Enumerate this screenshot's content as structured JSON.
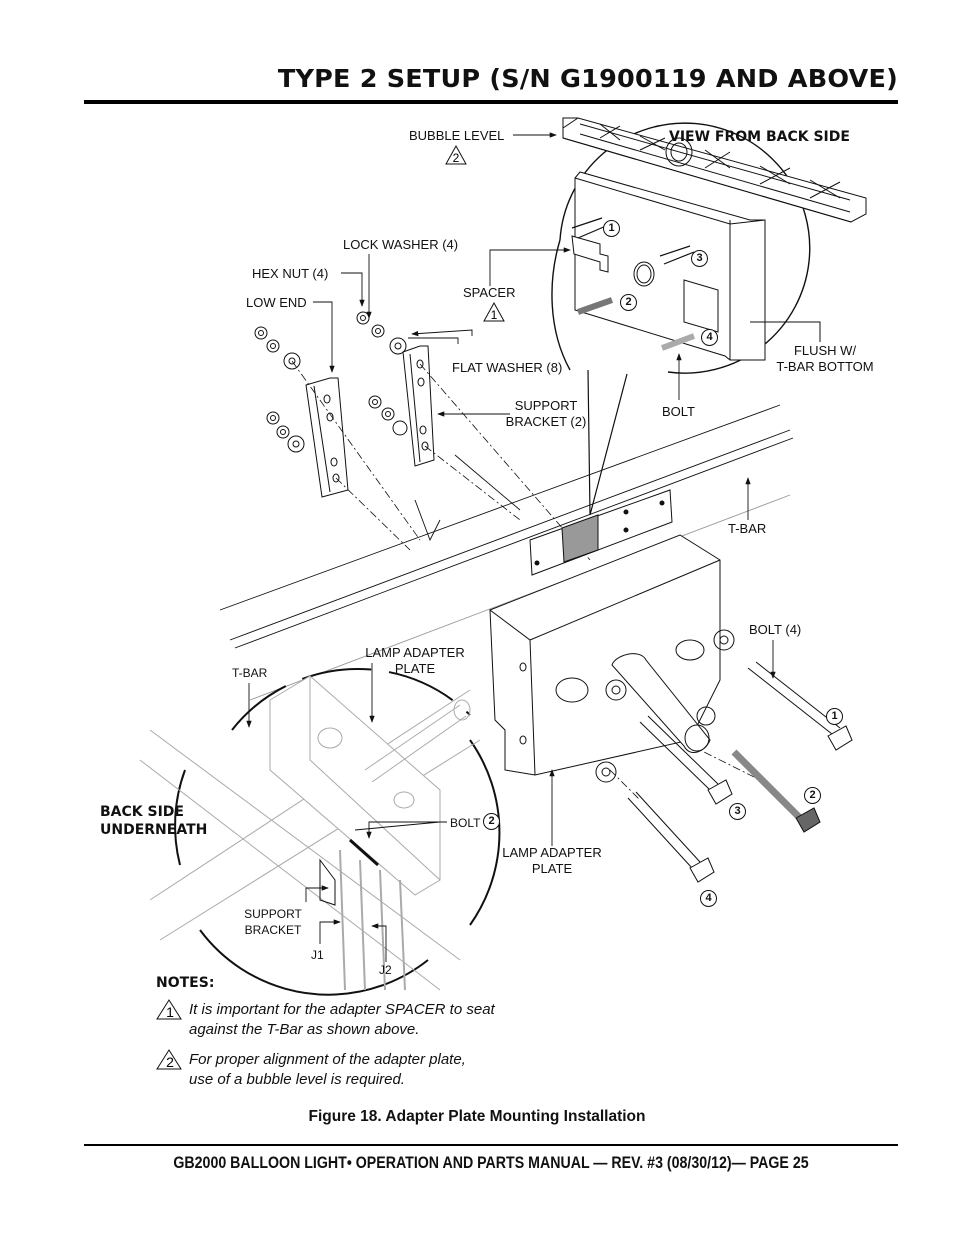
{
  "page": {
    "title": "TYPE 2 SETUP (S/N G1900119 AND ABOVE)",
    "footer": "GB2000 BALLOON LIGHT• OPERATION AND PARTS MANUAL — REV. #3 (08/30/12)— PAGE 25"
  },
  "figure": {
    "caption": "Figure 18. Adapter Plate Mounting Installation",
    "view_labels": {
      "back_view": "VIEW FROM BACK SIDE",
      "underneath_view_line1": "BACK SIDE",
      "underneath_view_line2": "UNDERNEATH"
    },
    "callouts": {
      "bubble_level": "BUBBLE LEVEL",
      "lock_washer": "LOCK WASHER (4)",
      "hex_nut": "HEX NUT (4)",
      "low_end": "LOW END",
      "spacer": "SPACER",
      "flat_washer": "FLAT WASHER (8)",
      "support_bracket_line1": "SUPPORT",
      "support_bracket_line2": "BRACKET (2)",
      "bolt": "BOLT",
      "flush_line1": "FLUSH W/",
      "flush_line2": "T-BAR BOTTOM",
      "t_bar_main": "T-BAR",
      "bolt_4": "BOLT (4)",
      "lamp_adapter_top_line1": "LAMP ADAPTER",
      "lamp_adapter_top_line2": "PLATE",
      "lamp_adapter_bottom_line1": "LAMP ADAPTER",
      "lamp_adapter_bottom_line2": "PLATE",
      "t_bar_detail": "T-BAR",
      "bolt_detail": "BOLT",
      "support_bracket_detail_line1": "SUPPORT",
      "support_bracket_detail_line2": "BRACKET",
      "j1": "J1",
      "j2": "J2"
    },
    "note_markers": {
      "spacer": "1",
      "bubble_level": "2"
    },
    "bolt_numbers": {
      "back_view": [
        "1",
        "2",
        "3",
        "4"
      ],
      "exploded": [
        "1",
        "2",
        "3",
        "4"
      ],
      "detail_bolt": "2"
    }
  },
  "notes": {
    "heading": "NOTES:",
    "items": [
      {
        "marker": "1",
        "line1": "It is important for the adapter SPACER to seat",
        "line2": "against the T-Bar as shown above."
      },
      {
        "marker": "2",
        "line1": "For proper alignment of the adapter plate,",
        "line2": "use of a bubble level is required."
      }
    ]
  }
}
